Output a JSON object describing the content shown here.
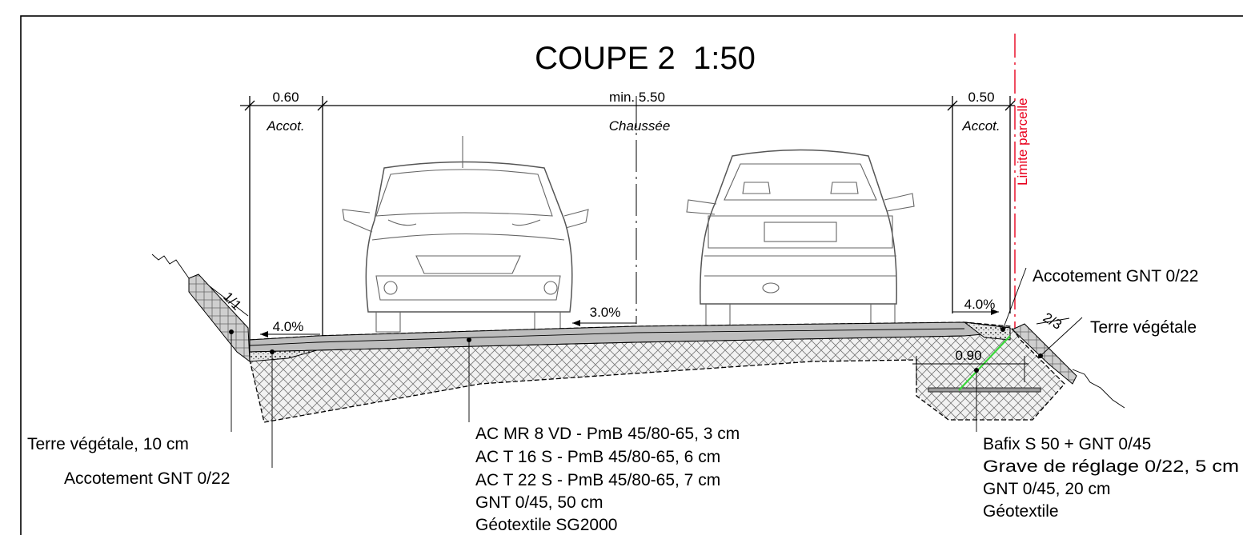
{
  "title": "COUPE 2  1:50",
  "dimensions": {
    "left_shoulder": "0.60",
    "carriageway": "min. 5.50",
    "right_shoulder": "0.50",
    "ditch_width": "0.90"
  },
  "zones": {
    "left": "Accot.",
    "center": "Chaussée",
    "right": "Accot."
  },
  "property_limit": "Limite parcelle",
  "slopes": {
    "left_shoulder": "4.0%",
    "carriageway": "3.0%",
    "right_shoulder": "4.0%",
    "left_embankment": "1/1",
    "right_embankment": "2/3"
  },
  "labels": {
    "topsoil_left": "Terre végétale, 10 cm",
    "shoulder_left": "Accotement GNT 0/22",
    "shoulder_right": "Accotement GNT 0/22",
    "topsoil_right": "Terre végétale"
  },
  "pavement_layers": [
    "AC MR 8 VD - PmB 45/80-65, 3 cm",
    "AC T 16 S - PmB 45/80-65, 6 cm",
    "AC T 22 S - PmB 45/80-65, 7 cm",
    "GNT 0/45, 50 cm",
    "Géotextile SG2000"
  ],
  "drain_layers": [
    "Bafix S 50 + GNT 0/45",
    "Grave de réglage 0/22, 5 cm",
    "GNT 0/45, 20 cm",
    "Géotextile"
  ],
  "colors": {
    "property_limit": "#e8001c",
    "drain_line": "#39d639",
    "hatch": "#6e6e6e"
  }
}
